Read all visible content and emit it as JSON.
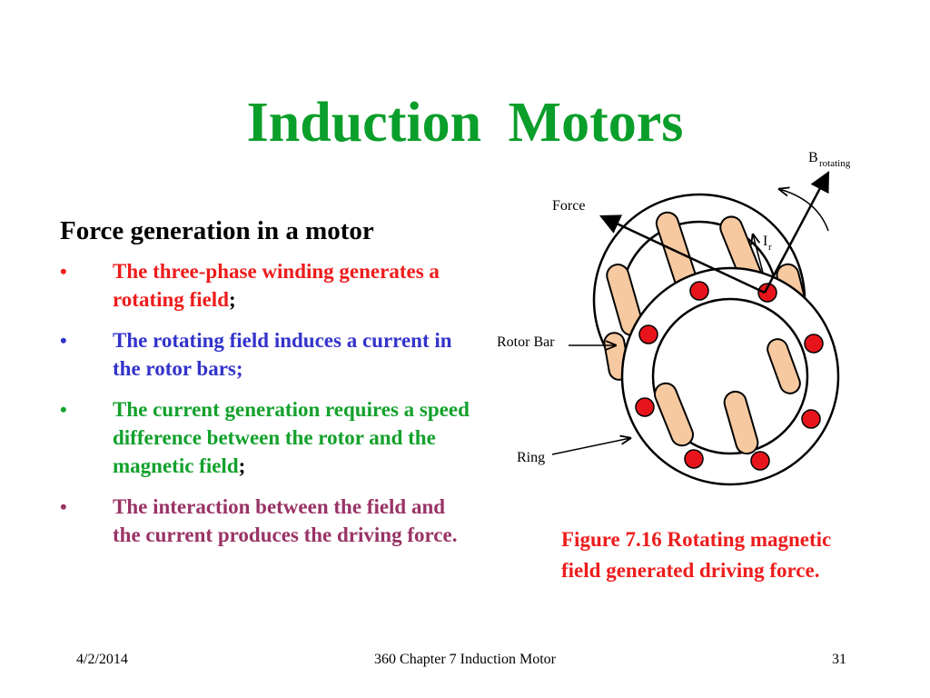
{
  "slide": {
    "title": "Induction  Motors",
    "subtitle": "Force generation in a motor",
    "bullets": [
      {
        "text": "The three-phase winding generates a rotating field",
        "suffix": ";",
        "color": "#ee1c1c"
      },
      {
        "text": "The rotating field induces a current in the rotor bars;",
        "suffix": "",
        "color": "#3333cc"
      },
      {
        "text": "The current generation requires a speed difference between the rotor and the magnetic field",
        "suffix": ";",
        "color": "#13a12c"
      },
      {
        "text": "The interaction between the field and the current produces the driving force.",
        "suffix": "",
        "color": "#993366"
      }
    ],
    "bullet_symbol": "•",
    "figure": {
      "labels": {
        "force": "Force",
        "b": "B",
        "b_sub": "rotating",
        "i": "I",
        "i_sub": "r",
        "rotor_bar": "Rotor Bar",
        "ring": "Ring"
      },
      "caption": "Figure 7.16 Rotating magnetic field generated driving force."
    },
    "footer": {
      "date": "4/2/2014",
      "center": "360 Chapter 7 Induction Motor",
      "page": "31"
    }
  }
}
